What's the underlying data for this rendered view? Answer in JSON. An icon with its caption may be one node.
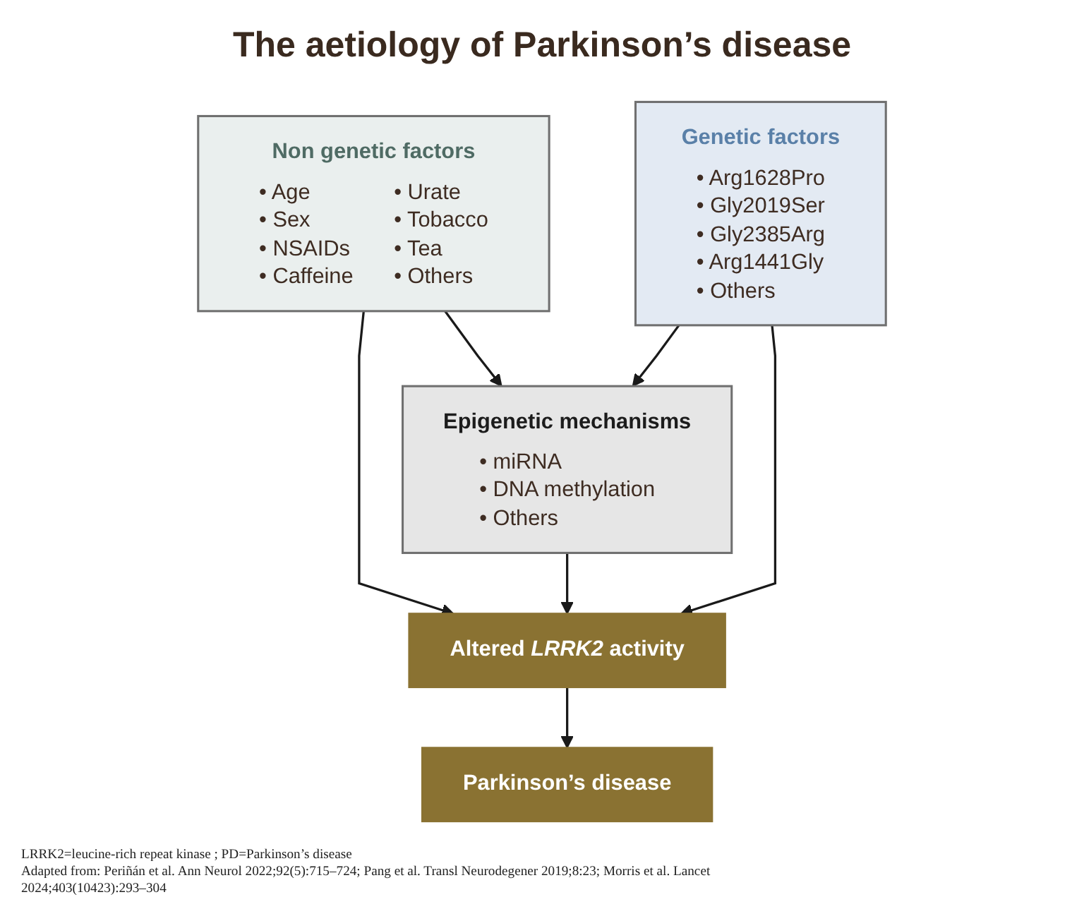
{
  "diagram": {
    "title": "The aetiology of Parkinson’s disease",
    "nodes": [
      {
        "text": [
          "Non genetic factors",
          "• Age",
          "• Sex",
          "• NSAIDs",
          "• Caffeine",
          "• Urate",
          "• Tobacco",
          "• Tea",
          "• Others"
        ]
      },
      {
        "text": [
          "Epigenetic mechanisms",
          "• miRNA",
          "• DNA methylation",
          "• Others"
        ]
      },
      {
        "text": [
          "Genetic factors",
          "• Arg1628Pro",
          "• Gly2019Ser",
          "• Gly2385Arg",
          "• Arg1441Gly",
          "• Others"
        ]
      },
      {
        "text": [
          "Altered *LRRK2* activity"
        ]
      },
      {
        "text": [
          "Parkinson’s disease"
        ]
      }
    ],
    "edges": [
      {
        "from": 0,
        "to": 1,
        "arrow": "to"
      },
      {
        "from": 2,
        "to": 1,
        "arrow": "to"
      },
      {
        "from": 0,
        "to": 3,
        "arrow": "to"
      },
      {
        "from": 1,
        "to": 3,
        "arrow": "to"
      },
      {
        "from": 2,
        "to": 3,
        "arrow": "to"
      },
      {
        "from": 3,
        "to": 4,
        "arrow": "to"
      }
    ],
    "labels": [
      "LRRK2=leucine-rich repeat kinase ; PD=Parkinson’s disease",
      "Adapted from: Periñán et al. Ann Neurol 2022;92(5):715–724; Pang et al. Transl Neurodegener 2019;8:23; Morris et al. Lancet 2024;403(10423):293–304"
    ]
  }
}
